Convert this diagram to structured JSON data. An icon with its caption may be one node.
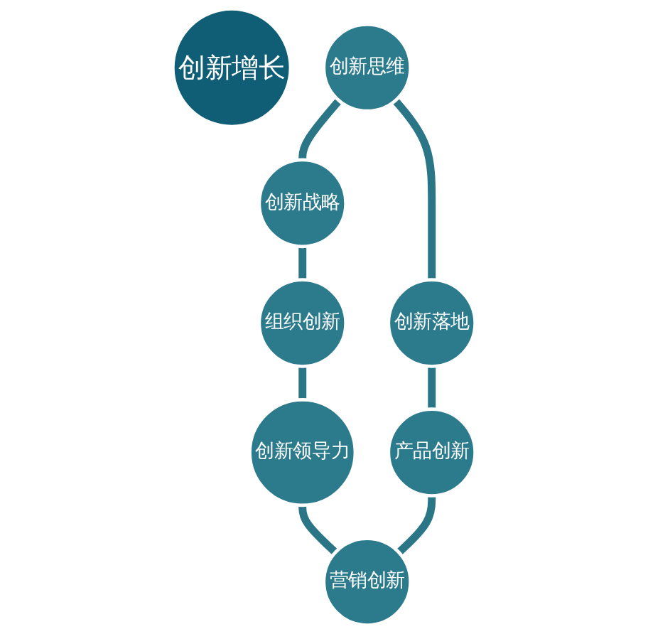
{
  "diagram": {
    "nodes": [
      {
        "text": [
          "创新增长"
        ]
      },
      {
        "text": [
          "创新思维"
        ]
      },
      {
        "text": [
          "创新战略"
        ]
      },
      {
        "text": [
          "组织创新"
        ]
      },
      {
        "text": [
          "创新领导力"
        ]
      },
      {
        "text": [
          "营销创新"
        ]
      },
      {
        "text": [
          "产品创新"
        ]
      },
      {
        "text": [
          "创新落地"
        ]
      }
    ],
    "edges": [
      {
        "from": 1,
        "to": 2,
        "arrow": "none"
      },
      {
        "from": 2,
        "to": 3,
        "arrow": "none"
      },
      {
        "from": 3,
        "to": 4,
        "arrow": "none"
      },
      {
        "from": 4,
        "to": 5,
        "arrow": "none"
      },
      {
        "from": 6,
        "to": 5,
        "arrow": "none"
      },
      {
        "from": 7,
        "to": 6,
        "arrow": "none"
      },
      {
        "from": 1,
        "to": 7,
        "arrow": "none"
      }
    ]
  }
}
